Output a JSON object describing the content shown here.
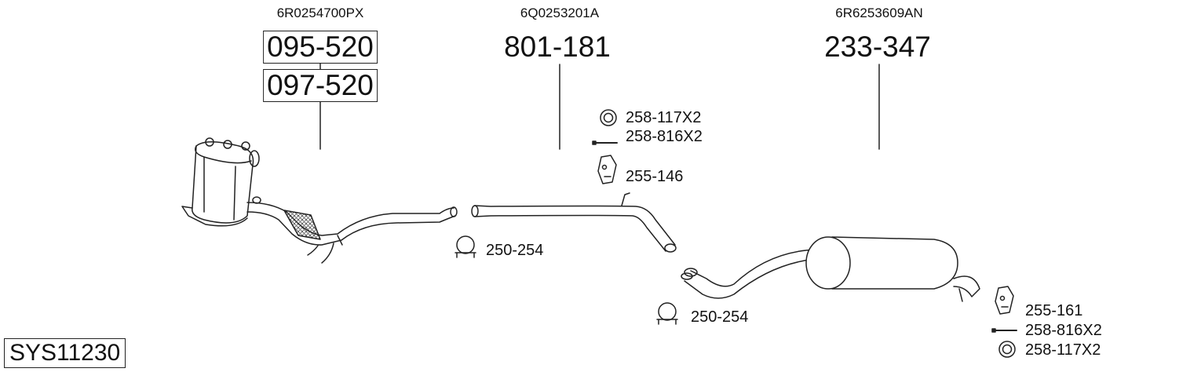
{
  "system_code": "SYS11230",
  "groups": [
    {
      "oe_number": "6R0254700PX",
      "parts": [
        "095-520",
        "097-520"
      ]
    },
    {
      "oe_number": "6Q0253201A",
      "parts": [
        "801-181"
      ]
    },
    {
      "oe_number": "6R6253609AN",
      "parts": [
        "233-347"
      ]
    }
  ],
  "accessories": [
    {
      "icon": "ring-gasket-icon",
      "label": "258-117X2"
    },
    {
      "icon": "bolt-icon",
      "label": "258-816X2"
    },
    {
      "icon": "rubber-hanger-icon",
      "label": "255-146"
    },
    {
      "icon": "clamp-icon",
      "label": "250-254"
    },
    {
      "icon": "clamp-icon",
      "label": "250-254"
    },
    {
      "icon": "rubber-hanger-icon",
      "label": "255-161"
    },
    {
      "icon": "bolt-icon",
      "label": "258-816X2"
    },
    {
      "icon": "ring-gasket-icon",
      "label": "258-117X2"
    }
  ]
}
